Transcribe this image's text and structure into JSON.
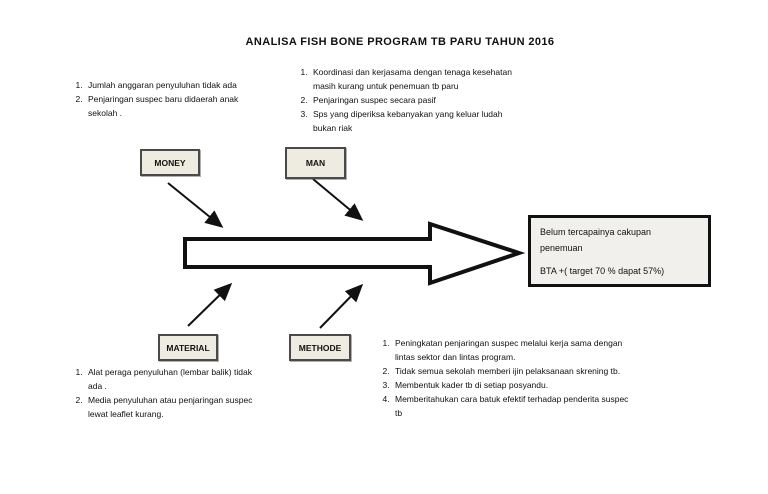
{
  "title": "ANALISA FISH BONE PROGRAM TB PARU TAHUN 2016",
  "colors": {
    "background": "#ffffff",
    "category_box_fill": "#eeece1",
    "category_box_border": "#4a4a4a",
    "result_box_fill": "#f1f0ec",
    "result_box_border": "#111111",
    "line": "#111111"
  },
  "categories": {
    "money": {
      "label": "MONEY"
    },
    "man": {
      "label": "MAN"
    },
    "material": {
      "label": "MATERIAL"
    },
    "methode": {
      "label": "METHODE"
    }
  },
  "causes": {
    "money": {
      "items": [
        "Jumlah anggaran penyuluhan tidak ada",
        "Penjaringan suspec baru didaerah anak\nsekolah ."
      ]
    },
    "man": {
      "items": [
        "Koordinasi dan kerjasama dengan tenaga kesehatan\nmasih kurang untuk penemuan tb paru",
        "Penjaringan suspec secara pasif",
        "Sps yang diperiksa kebanyakan yang keluar ludah\nbukan riak"
      ]
    },
    "material": {
      "items": [
        "Alat peraga penyuluhan (lembar balik) tidak\nada .",
        "Media penyuluhan atau penjaringan suspec\nlewat leaflet kurang."
      ]
    },
    "methode": {
      "items": [
        "Peningkatan penjaringan suspec melalui kerja sama dengan\nlintas sektor dan lintas program.",
        "Tidak semua sekolah memberi ijin pelaksanaan skrening tb.",
        "Membentuk kader tb di setiap posyandu.",
        "Memberitahukan cara batuk efektif terhadap penderita suspec\ntb"
      ]
    }
  },
  "effect": {
    "problem": "Belum tercapainya cakupan\npenemuan",
    "target": "BTA +( target 70 % dapat 57%)"
  }
}
